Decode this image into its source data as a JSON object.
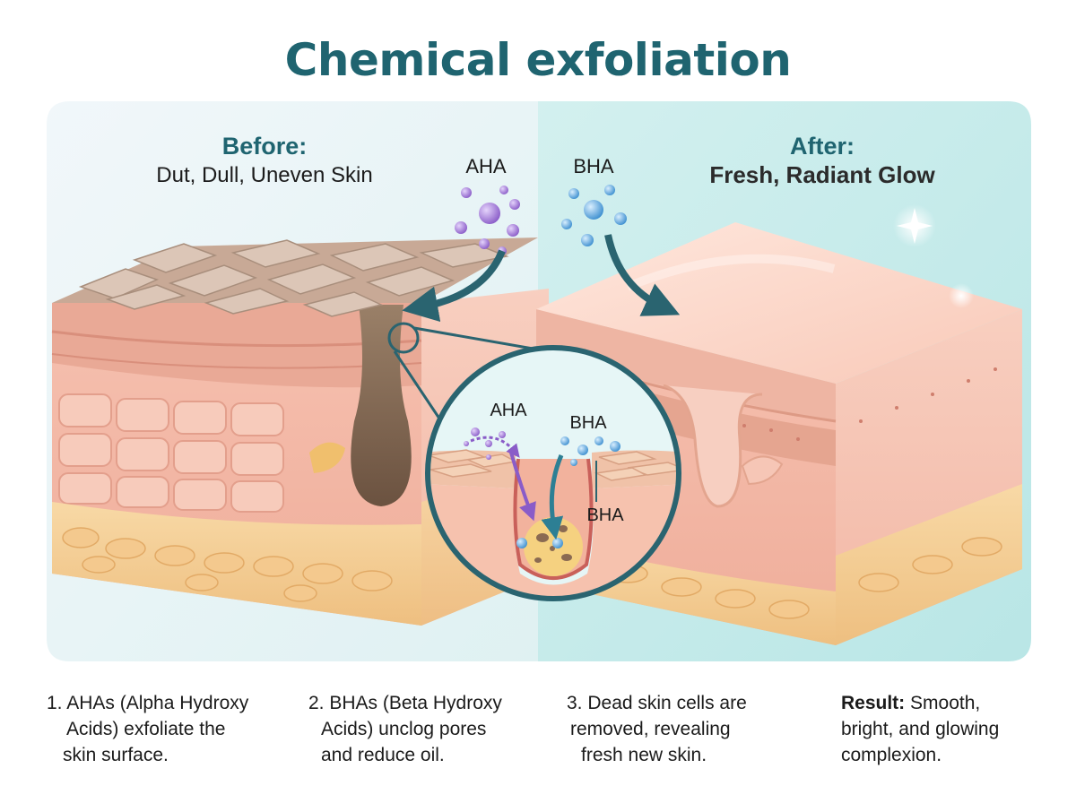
{
  "title": "Chemical exfoliation",
  "before": {
    "heading": "Before:",
    "subheading": "Dut, Dull, Uneven Skin"
  },
  "after": {
    "heading": "After:",
    "subheading": "Fresh, Radiant Glow"
  },
  "acids": {
    "aha": "AHA",
    "bha": "BHA"
  },
  "inset": {
    "aha": "AHA",
    "bha_top": "BHA",
    "bha_bottom": "BHA"
  },
  "captions": [
    {
      "lines": [
        "1. AHAs (Alpha Hydroxy",
        "Acids) exfoliate the",
        "skin surface."
      ]
    },
    {
      "lines": [
        "2. BHAs (Beta Hydroxy",
        "Acids) unclog pores",
        "and reduce oil."
      ]
    },
    {
      "lines": [
        "3. Dead skin cells are",
        "removed, revealing",
        "fresh new skin."
      ]
    },
    {
      "bold": "Result:",
      "lines": [
        " Smooth,",
        "bright, and glowing",
        "complexion."
      ]
    }
  ],
  "colors": {
    "title": "#1f6470",
    "heading": "#1f6470",
    "aha_particle": "#9a6ad0",
    "bha_particle": "#4a9ed8",
    "arrow": "#2a6470",
    "after_bg": "#c6ebea"
  }
}
